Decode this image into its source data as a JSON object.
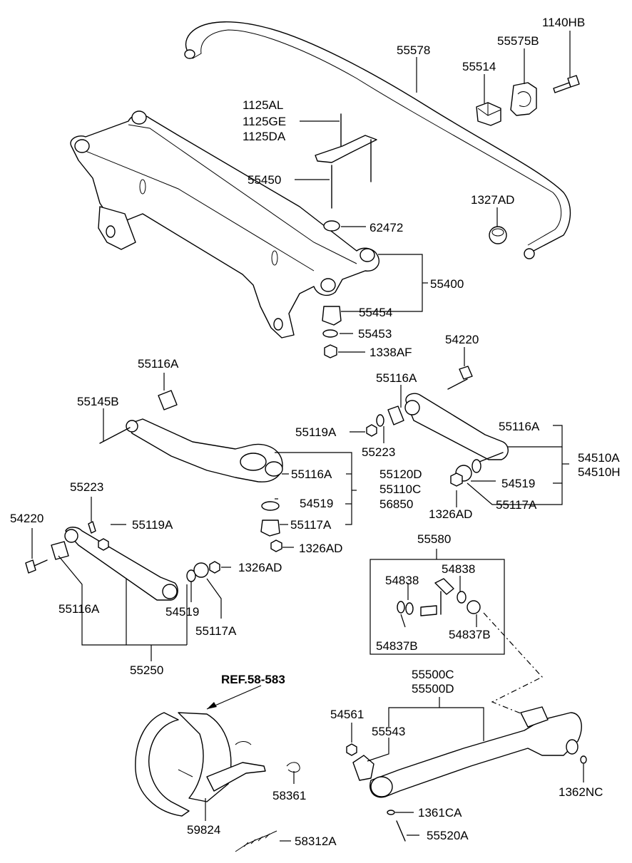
{
  "labels": {
    "p1140HB": "1140HB",
    "p55578": "55578",
    "p55575B": "55575B",
    "p55514": "55514",
    "p1125AL": "1125AL",
    "p1125GE": "1125GE",
    "p1125DA": "1125DA",
    "p55450": "55450",
    "p1327AD": "1327AD",
    "p62472": "62472",
    "p55400": "55400",
    "p55454": "55454",
    "p55453": "55453",
    "p1338AF": "1338AF",
    "p54220a": "54220",
    "p55116A_a": "55116A",
    "p55116A_b": "55116A",
    "p55145B": "55145B",
    "p55119A_a": "55119A",
    "p55223_a": "55223",
    "p55116A_c": "55116A",
    "p54510A": "54510A",
    "p54510H": "54510H",
    "p55120D": "55120D",
    "p55110C": "55110C",
    "p56850": "56850",
    "p55116A_d": "55116A",
    "p54519_a": "54519",
    "p54519_b": "54519",
    "p1326AD_a": "1326AD",
    "p55117A_a": "55117A",
    "p55117A_b": "55117A",
    "p55223_b": "55223",
    "p54220b": "54220",
    "p55119A_b": "55119A",
    "p1326AD_b": "1326AD",
    "p1326AD_c": "1326AD",
    "p55580": "55580",
    "p54838a": "54838",
    "p54838b": "54838",
    "p55116A_e": "55116A",
    "p54519_c": "54519",
    "p55117A_c": "55117A",
    "p54837Ba": "54837B",
    "p54837Bb": "54837B",
    "p55250": "55250",
    "ref": "REF.58-583",
    "p55500C": "55500C",
    "p55500D": "55500D",
    "p54561": "54561",
    "p55543": "55543",
    "p58361": "58361",
    "p1362NC": "1362NC",
    "p1361CA": "1361CA",
    "p59824": "59824",
    "p55520A": "55520A",
    "p58312A": "58312A"
  }
}
